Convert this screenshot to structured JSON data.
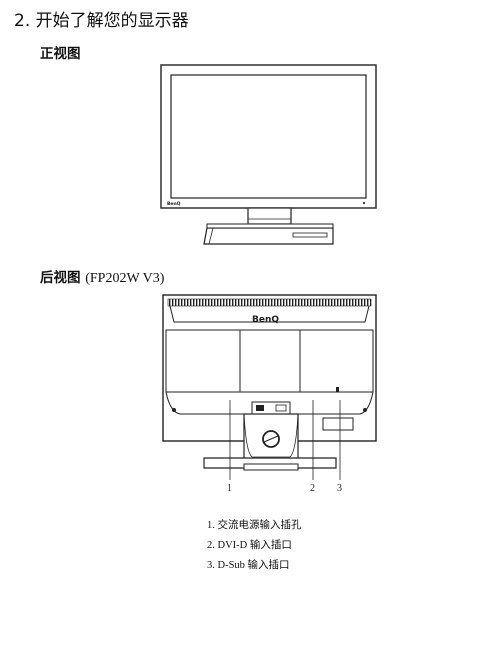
{
  "section": {
    "title": "2. 开始了解您的显示器"
  },
  "front_view": {
    "heading": "正视图",
    "brand": "BenQ"
  },
  "rear_view": {
    "heading": "后视图",
    "model": "(FP202W V3)",
    "brand": "BenQ",
    "callouts": [
      {
        "number": "1",
        "label": "1. 交流电源输入插孔"
      },
      {
        "number": "2",
        "label": "2. DVI-D 输入插口"
      },
      {
        "number": "3",
        "label": "3. D-Sub 输入插口"
      }
    ]
  }
}
